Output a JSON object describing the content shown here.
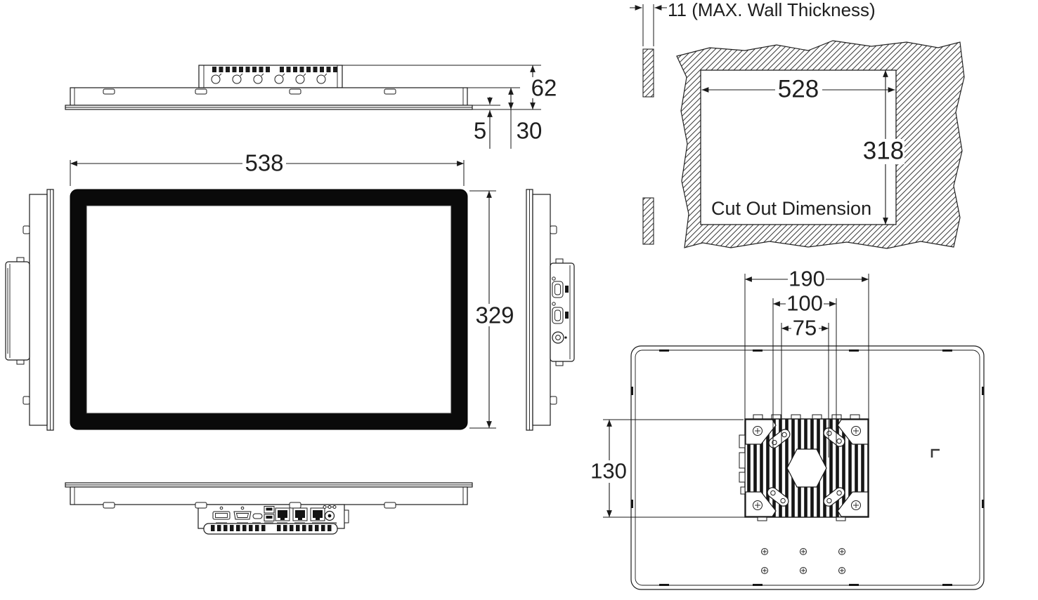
{
  "drawing": {
    "top_view": {
      "height_total": "62",
      "front_lip": "5",
      "body_height": "30"
    },
    "front_view": {
      "width": "538",
      "height": "329"
    },
    "cutout": {
      "max_wall": "11 (MAX. Wall Thickness)",
      "width": "528",
      "height": "318",
      "caption": "Cut Out Dimension"
    },
    "rear_view": {
      "vesa_outer": "190",
      "vesa_mid": "100",
      "vesa_inner": "75",
      "bracket_height": "130"
    }
  },
  "colors": {
    "line": "#1a1a1a",
    "text": "#1f1f1f",
    "background": "#ffffff"
  }
}
